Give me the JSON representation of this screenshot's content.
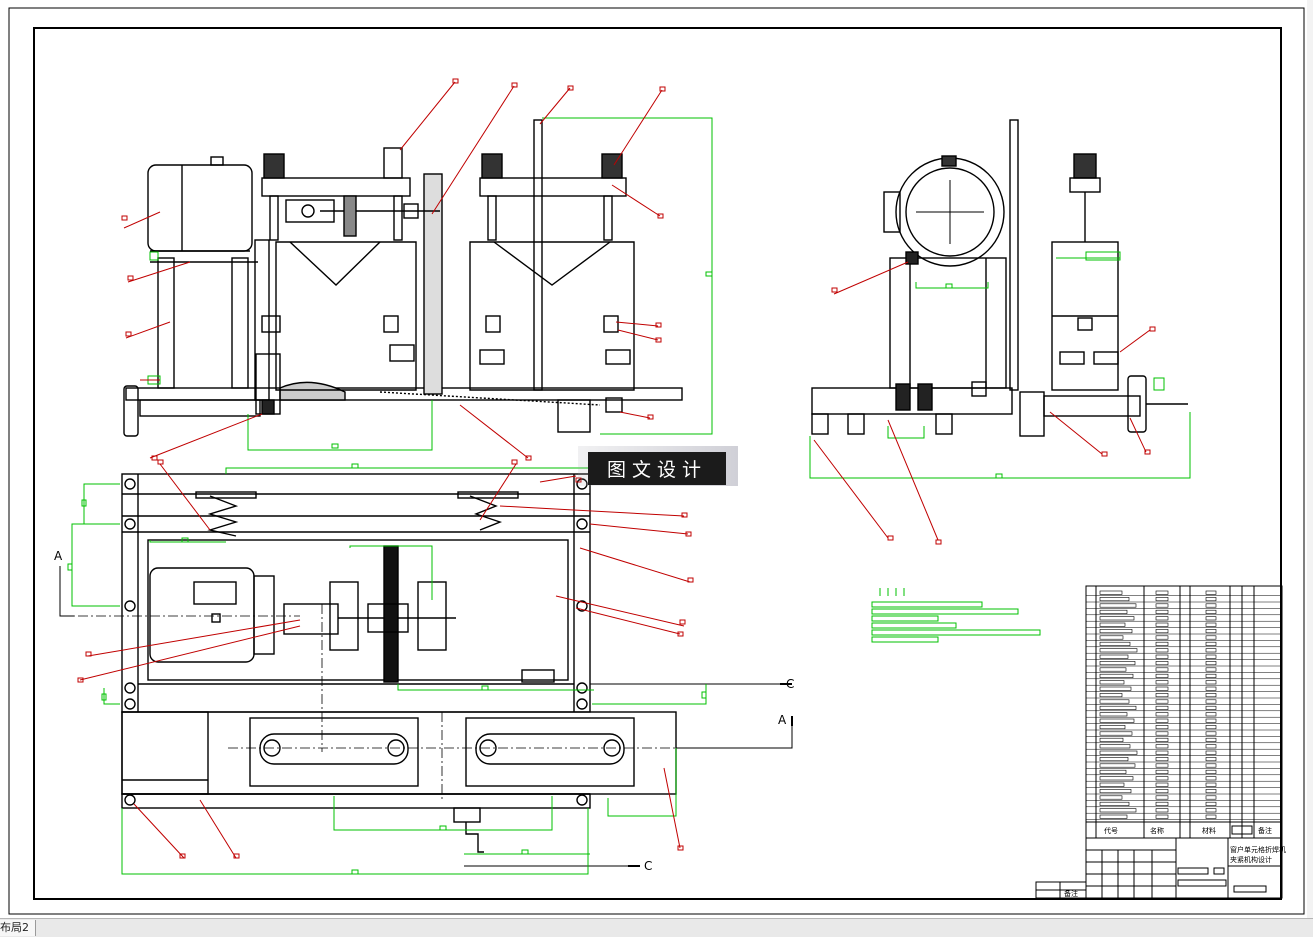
{
  "drawing": {
    "section_labels": [
      "A",
      "A",
      "C",
      "C"
    ],
    "watermark_text": "图文设计",
    "title_block": {
      "col_code": "代号",
      "col_name": "名称",
      "col_material": "材料",
      "col_remark": "备注",
      "title_line1": "窗户单元格折焊机",
      "title_line2": "夹紧机构设计",
      "rev_remark": "备注"
    }
  },
  "layout_tabs": [
    {
      "label": "布局2",
      "active": true
    }
  ],
  "colors": {
    "line": "#000000",
    "dimension": "#00c000",
    "leader": "#c00000",
    "watermark_bg": "#1b1b1b"
  }
}
